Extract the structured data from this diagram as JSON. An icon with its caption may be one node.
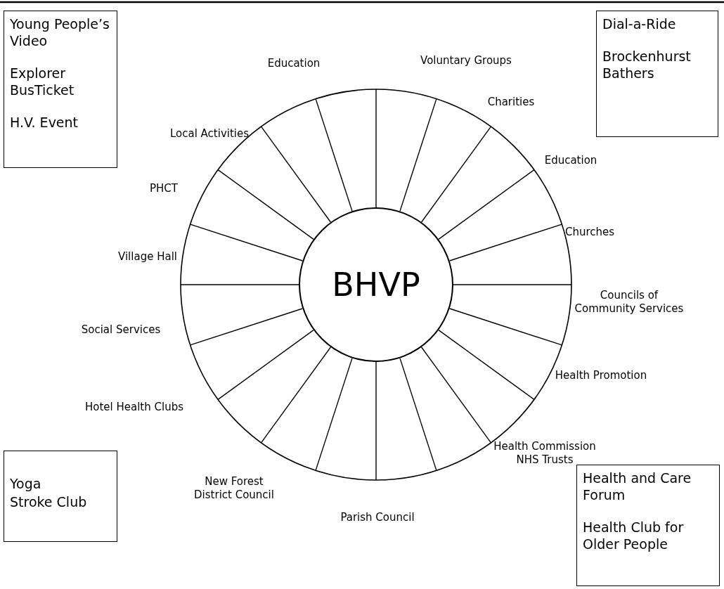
{
  "diagram": {
    "nodes": [
      {
        "text": [
          "BHVP"
        ]
      },
      {
        "text": [
          "Young People’s Video",
          "Explorer BusTicket",
          "H.V. Event"
        ]
      },
      {
        "text": [
          "Dial-a-Ride",
          "Brockenhurst Bathers"
        ]
      },
      {
        "text": [
          "Yoga",
          "Stroke Club"
        ]
      },
      {
        "text": [
          "Health and Care Forum",
          "Health Club for Older People"
        ]
      }
    ],
    "labels": [
      "Education",
      "Voluntary Groups",
      "Charities",
      "Education",
      "Churches",
      "Councils of Community Services",
      "Health Promotion",
      "Health Commission NHS Trusts",
      "Parish Council",
      "New Forest District Council",
      "Hotel Health Clubs",
      "Social Services",
      "Village Hall",
      "PHCT",
      "Local Activities"
    ]
  }
}
